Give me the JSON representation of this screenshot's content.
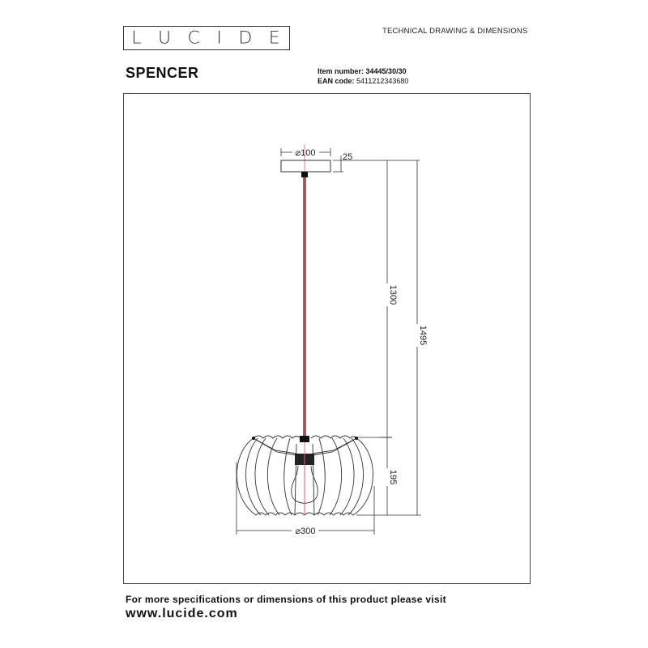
{
  "header": {
    "brand_letters": [
      "L",
      "U",
      "C",
      "I",
      "D",
      "E"
    ],
    "doc_type": "TECHNICAL DRAWING & DIMENSIONS",
    "product_name": "SPENCER",
    "item_number_label": "Item number:",
    "item_number": "34445/30/30",
    "ean_label": "EAN code:",
    "ean": "5411212343680"
  },
  "drawing": {
    "dimensions": {
      "canopy_diameter": "⌀100",
      "canopy_height": "25",
      "cable_length": "1300",
      "total_height": "1495",
      "shade_height": "195",
      "shade_diameter": "⌀300"
    },
    "colors": {
      "line": "#333333",
      "cable": "#b05050",
      "center_axis": "#e06070"
    }
  },
  "footer": {
    "note": "For more specifications or dimensions of this product please visit",
    "url": "www.lucide.com"
  }
}
